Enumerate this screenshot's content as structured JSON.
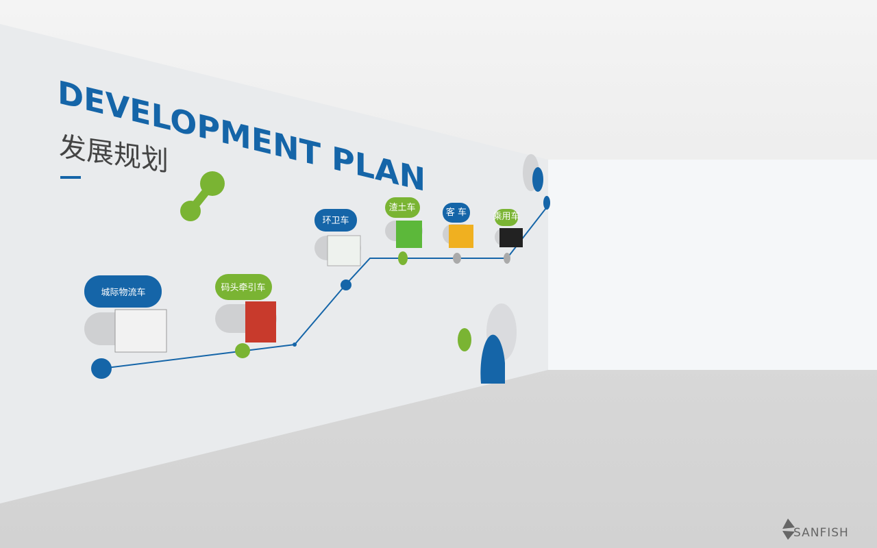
{
  "wall": {
    "title_en": "DEVELOPMENT PLAN",
    "title_cn": "发展规划",
    "milestones": [
      {
        "label": "城际物流车"
      },
      {
        "label": "码头牵引车"
      },
      {
        "label": "环卫车"
      },
      {
        "label": "渣土车"
      },
      {
        "label": "客 车"
      },
      {
        "label": "乘用车"
      }
    ]
  },
  "watermark": "SANFISH",
  "colors": {
    "blue": "#1565a8",
    "green": "#7ab433",
    "gray": "#c8c9cb"
  }
}
